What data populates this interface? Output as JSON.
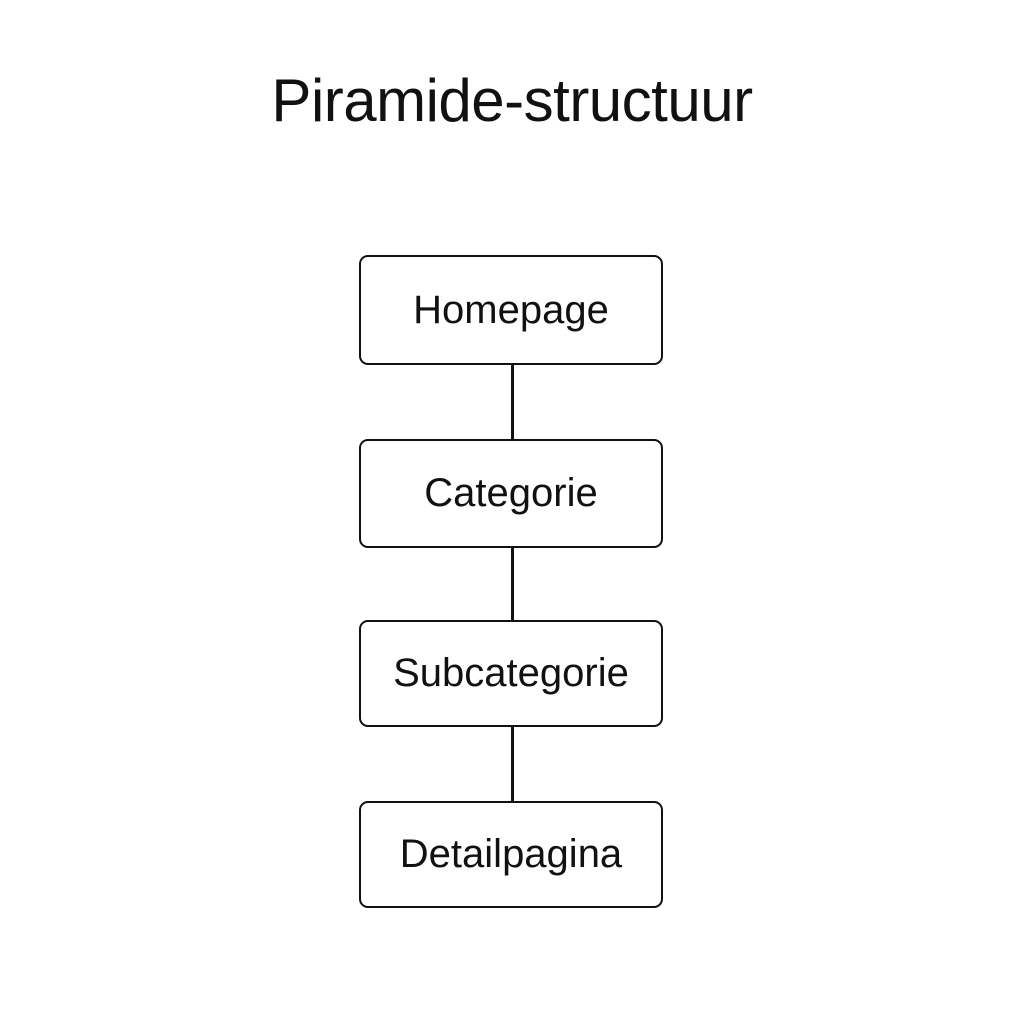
{
  "title": "Piramide-structuur",
  "nodes": [
    {
      "label": "Homepage"
    },
    {
      "label": "Categorie"
    },
    {
      "label": "Subcategorie"
    },
    {
      "label": "Detailpagina"
    }
  ]
}
